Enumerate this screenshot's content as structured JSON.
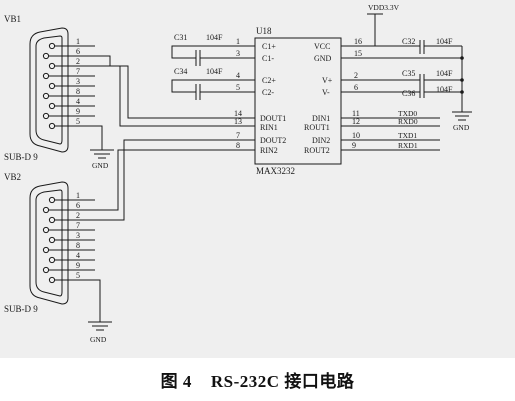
{
  "figure_caption": {
    "number": "图 4",
    "title": "RS-232C 接口电路"
  },
  "connectors": [
    {
      "ref": "VB1",
      "type": "SUB-D 9",
      "pins": [
        "1",
        "6",
        "2",
        "7",
        "3",
        "8",
        "4",
        "9",
        "5"
      ]
    },
    {
      "ref": "VB2",
      "type": "SUB-D 9",
      "pins": [
        "1",
        "6",
        "2",
        "7",
        "3",
        "8",
        "4",
        "9",
        "5"
      ]
    }
  ],
  "ic": {
    "ref": "U18",
    "part": "MAX3232",
    "left_pins": [
      {
        "num": "1",
        "name": "C1+"
      },
      {
        "num": "3",
        "name": "C1-"
      },
      {
        "num": "4",
        "name": "C2+"
      },
      {
        "num": "5",
        "name": "C2-"
      },
      {
        "num": "14",
        "name": "DOUT1"
      },
      {
        "num": "13",
        "name": "RIN1"
      },
      {
        "num": "7",
        "name": "DOUT2"
      },
      {
        "num": "8",
        "name": "RIN2"
      }
    ],
    "right_pins": [
      {
        "num": "16",
        "name": "VCC"
      },
      {
        "num": "15",
        "name": "GND"
      },
      {
        "num": "2",
        "name": "V+"
      },
      {
        "num": "6",
        "name": "V-"
      },
      {
        "num": "11",
        "name": "DIN1"
      },
      {
        "num": "12",
        "name": "ROUT1"
      },
      {
        "num": "10",
        "name": "DIN2"
      },
      {
        "num": "9",
        "name": "ROUT2"
      }
    ]
  },
  "capacitors": [
    {
      "ref": "C31",
      "value": "104F"
    },
    {
      "ref": "C34",
      "value": "104F"
    },
    {
      "ref": "C32",
      "value": "104F"
    },
    {
      "ref": "C35",
      "value": "104F"
    },
    {
      "ref": "C36",
      "value": "104F"
    }
  ],
  "power": {
    "supply": "VDD3.3V",
    "ground": "GND"
  },
  "nets": [
    "TXD0",
    "RXD0",
    "TXD1",
    "RXD1"
  ]
}
